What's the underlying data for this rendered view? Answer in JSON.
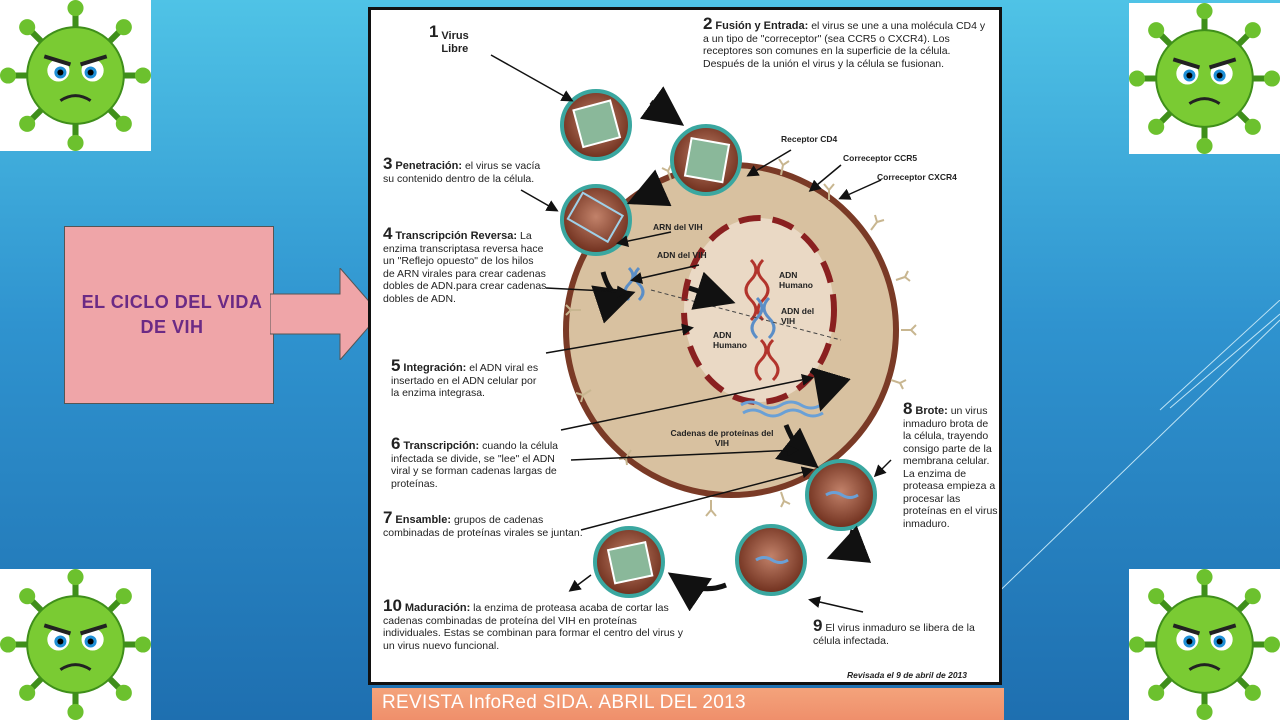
{
  "callout": {
    "title": "EL CICLO DEL VIDA DE VIH"
  },
  "caption": {
    "text": "REVISTA InfoRed SIDA. ABRIL DEL 2013"
  },
  "corner_images": {
    "icon": "angry-virus-icon"
  },
  "diagram": {
    "steps": [
      {
        "num": "1",
        "title": "Virus Libre",
        "text": ""
      },
      {
        "num": "2",
        "title": "Fusión y Entrada:",
        "text": "el virus se une a una molécula CD4 y a un tipo de \"correceptor\" (sea CCR5 o CXCR4). Los receptores son comunes en la superficie de la célula. Después de la unión el virus y la célula se fusionan."
      },
      {
        "num": "3",
        "title": "Penetración:",
        "text": "el virus se vacía su contenido dentro de la célula."
      },
      {
        "num": "4",
        "title": "Transcripción Reversa:",
        "text": "La enzima transcriptasa reversa hace un \"Reflejo opuesto\" de los hilos de ARN virales para crear cadenas dobles de ADN.para crear cadenas dobles de ADN."
      },
      {
        "num": "5",
        "title": "Integración:",
        "text": "el ADN viral es insertado en el ADN celular por la enzima integrasa."
      },
      {
        "num": "6",
        "title": "Transcripción:",
        "text": "cuando la célula infectada se divide, se \"lee\" el ADN viral y se forman cadenas largas de proteínas."
      },
      {
        "num": "7",
        "title": "Ensamble:",
        "text": "grupos de cadenas combinadas de proteínas virales se juntan."
      },
      {
        "num": "8",
        "title": "Brote:",
        "text": "un virus inmaduro brota de la célula, trayendo consigo parte de la membrana celular. La enzima de proteasa empieza a procesar las proteínas en el virus inmaduro."
      },
      {
        "num": "9",
        "title": "",
        "text": "El virus inmaduro se libera de la célula infectada."
      },
      {
        "num": "10",
        "title": "Maduración:",
        "text": "la enzima de proteasa acaba de cortar las cadenas combinadas de proteína del VIH en proteínas individuales. Estas se combinan para formar el centro del virus y un virus nuevo funcional."
      }
    ],
    "labels": {
      "cd4": "Receptor CD4",
      "ccr5": "Correceptor CCR5",
      "cxcr4": "Correceptor CXCR4",
      "arn_vih": "ARN del VIH",
      "adn_vih": "ADN del VIH",
      "adn_humano_1": "ADN Humano",
      "adn_del_vih_2": "ADN del VIH",
      "adn_humano_2": "ADN Humano",
      "cadenas": "Cadenas de proteínas del VIH"
    },
    "revised": "Revisada el 9 de abril de 2013"
  }
}
